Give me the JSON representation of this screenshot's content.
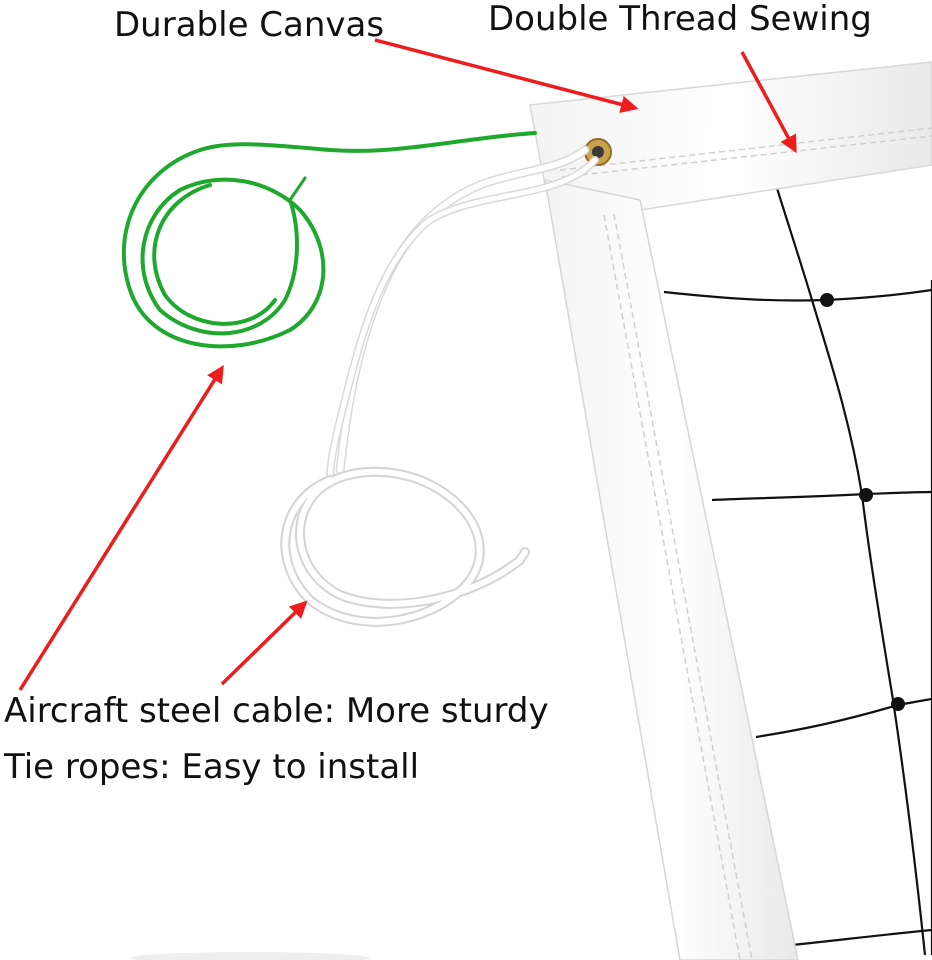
{
  "labels": {
    "durable_canvas": "Durable Canvas",
    "double_thread_sewing": "Double Thread Sewing",
    "aircraft_cable": "Aircraft steel cable: More sturdy",
    "tie_ropes": "Tie ropes: Easy to install"
  },
  "colors": {
    "arrow": "#ee1c1c",
    "cable": "#1fa82e",
    "rope": "#ffffff",
    "net": "#111111",
    "canvas_band": "#fbfbfb",
    "grommet": "#c9a24a"
  }
}
